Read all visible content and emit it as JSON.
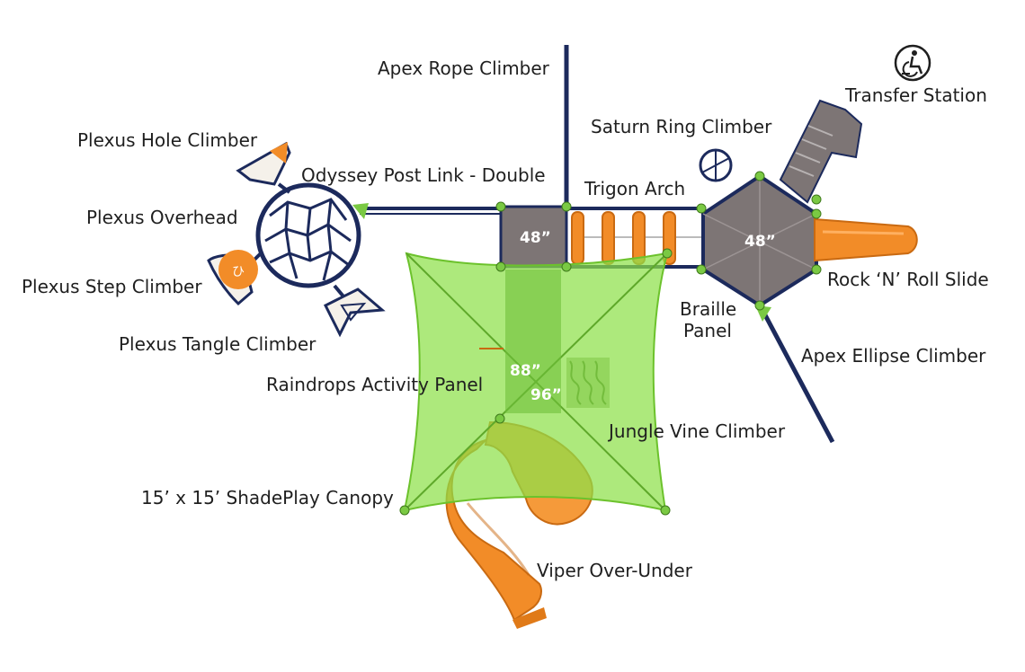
{
  "colors": {
    "frame": "#1c2a5c",
    "deck": "#7d7575",
    "slide": "#f28c28",
    "canopy": "#8ee04a",
    "accent_green": "#7ac943"
  },
  "labels": {
    "apex_rope_climber": "Apex Rope Climber",
    "transfer_station": "Transfer Station",
    "plexus_hole_climber": "Plexus Hole Climber",
    "saturn_ring_climber": "Saturn Ring Climber",
    "odyssey_post_link": "Odyssey Post Link - Double",
    "trigon_arch": "Trigon Arch",
    "plexus_overhead": "Plexus Overhead",
    "plexus_step_climber": "Plexus Step Climber",
    "rock_n_roll_slide": "Rock ‘N’ Roll Slide",
    "braille_panel_line1": "Braille",
    "braille_panel_line2": "Panel",
    "plexus_tangle_climber": "Plexus Tangle Climber",
    "apex_ellipse_climber": "Apex Ellipse Climber",
    "raindrops_activity_panel": "Raindrops Activity Panel",
    "jungle_vine_climber": "Jungle Vine Climber",
    "shadeplay_canopy": "15’ x 15’ ShadePlay Canopy",
    "viper_over_under": "Viper Over-Under"
  },
  "platforms": {
    "left_deck_height": "48”",
    "hex_deck_height": "48”",
    "center_upper_height": "88”",
    "center_lower_height": "96”"
  },
  "icons": {
    "accessibility": "wheelchair-accessibility-icon"
  }
}
